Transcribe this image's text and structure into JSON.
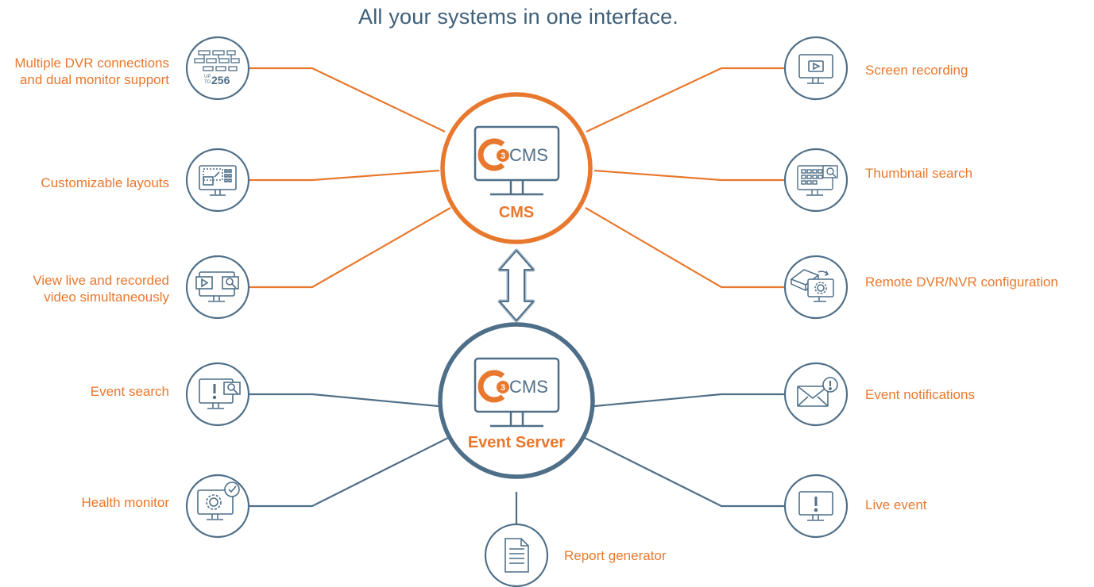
{
  "title": "All your systems in one interface.",
  "cms_label": "CMS",
  "event_server_label": "Event Server",
  "logo_text": "CMS",
  "logo_sup": "3",
  "features_left": [
    {
      "line1": "Multiple DVR connections",
      "line2": "and dual monitor support",
      "icon": "multi-dvr-icon",
      "badge_top": "UP",
      "badge_bottom": "TO",
      "badge_num": "256"
    },
    {
      "line1": "Customizable layouts",
      "line2": "",
      "icon": "layout-monitor-icon"
    },
    {
      "line1": "View live and recorded",
      "line2": "video simultaneously",
      "icon": "live-recorded-icon"
    },
    {
      "line1": "Event search",
      "line2": "",
      "icon": "event-search-icon"
    },
    {
      "line1": "Health monitor",
      "line2": "",
      "icon": "health-monitor-icon"
    }
  ],
  "features_right": [
    {
      "line1": "Screen recording",
      "icon": "screen-recording-icon"
    },
    {
      "line1": "Thumbnail search",
      "icon": "thumbnail-search-icon"
    },
    {
      "line1": "Remote DVR/NVR configuration",
      "icon": "remote-config-icon"
    },
    {
      "line1": "Event notifications",
      "icon": "event-notification-icon"
    },
    {
      "line1": "Live event",
      "icon": "live-event-icon"
    }
  ],
  "feature_bottom": {
    "line1": "Report generator",
    "icon": "report-icon"
  },
  "colors": {
    "orange": "#e8782d",
    "slate": "#4f6f88",
    "title": "#3e5f79"
  }
}
